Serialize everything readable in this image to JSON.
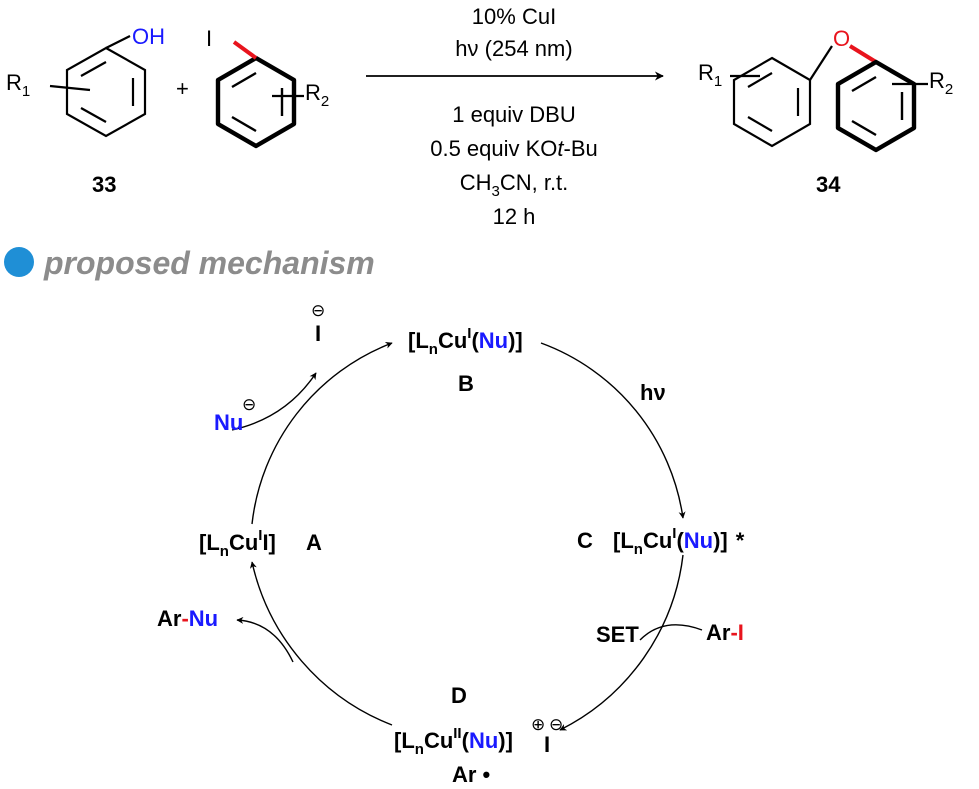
{
  "reaction": {
    "conditions_above": [
      "10% CuI",
      "hν (254 nm)"
    ],
    "conditions_below": [
      "1 equiv DBU",
      "0.5 equiv KO",
      "t",
      "-Bu",
      "CH",
      "3",
      "CN, r.t.",
      "12 h"
    ],
    "phenol": {
      "oh": "OH",
      "r": "R",
      "r_sub": "1",
      "label": "33"
    },
    "iodoarene": {
      "i": "I",
      "r": "R",
      "r_sub": "2"
    },
    "plus": "+",
    "product": {
      "o": "O",
      "r1": "R",
      "r1_sub": "1",
      "r2": "R",
      "r2_sub": "2",
      "label": "34"
    }
  },
  "mechanism": {
    "heading": "proposed mechanism",
    "bullet_color": "#1f8fd6",
    "species_B": {
      "open": "[L",
      "n": "n",
      "cu": "Cu",
      "ox": "I",
      "lp": "(",
      "nu": "Nu",
      "close": ")]",
      "label": "B"
    },
    "species_C": {
      "label": "C",
      "open": "[L",
      "n": "n",
      "cu": "Cu",
      "ox": "I",
      "lp": "(",
      "nu": "Nu",
      "close": ")]",
      "star": "*"
    },
    "species_D": {
      "label": "D",
      "open": "[L",
      "n": "n",
      "cu": "Cu",
      "ox": "II",
      "lp": "(",
      "nu": "Nu",
      "close": ")]",
      "plus": "⊕",
      "iodide": "I",
      "minus": "⊖",
      "radical": "Ar •"
    },
    "species_A": {
      "open": "[L",
      "n": "n",
      "cu": "Cu",
      "ox": "I",
      "i": "I]",
      "label": "A"
    },
    "iodide_out": {
      "i": "I",
      "charge": "⊖"
    },
    "nu_in": {
      "nu": "Nu",
      "charge": "⊖"
    },
    "hv": "hν",
    "set": "SET",
    "ar_i": {
      "ar": "Ar",
      "dash": "-",
      "i": "I"
    },
    "ar_nu": {
      "ar": "Ar",
      "dash": "-",
      "nu": "Nu"
    }
  }
}
